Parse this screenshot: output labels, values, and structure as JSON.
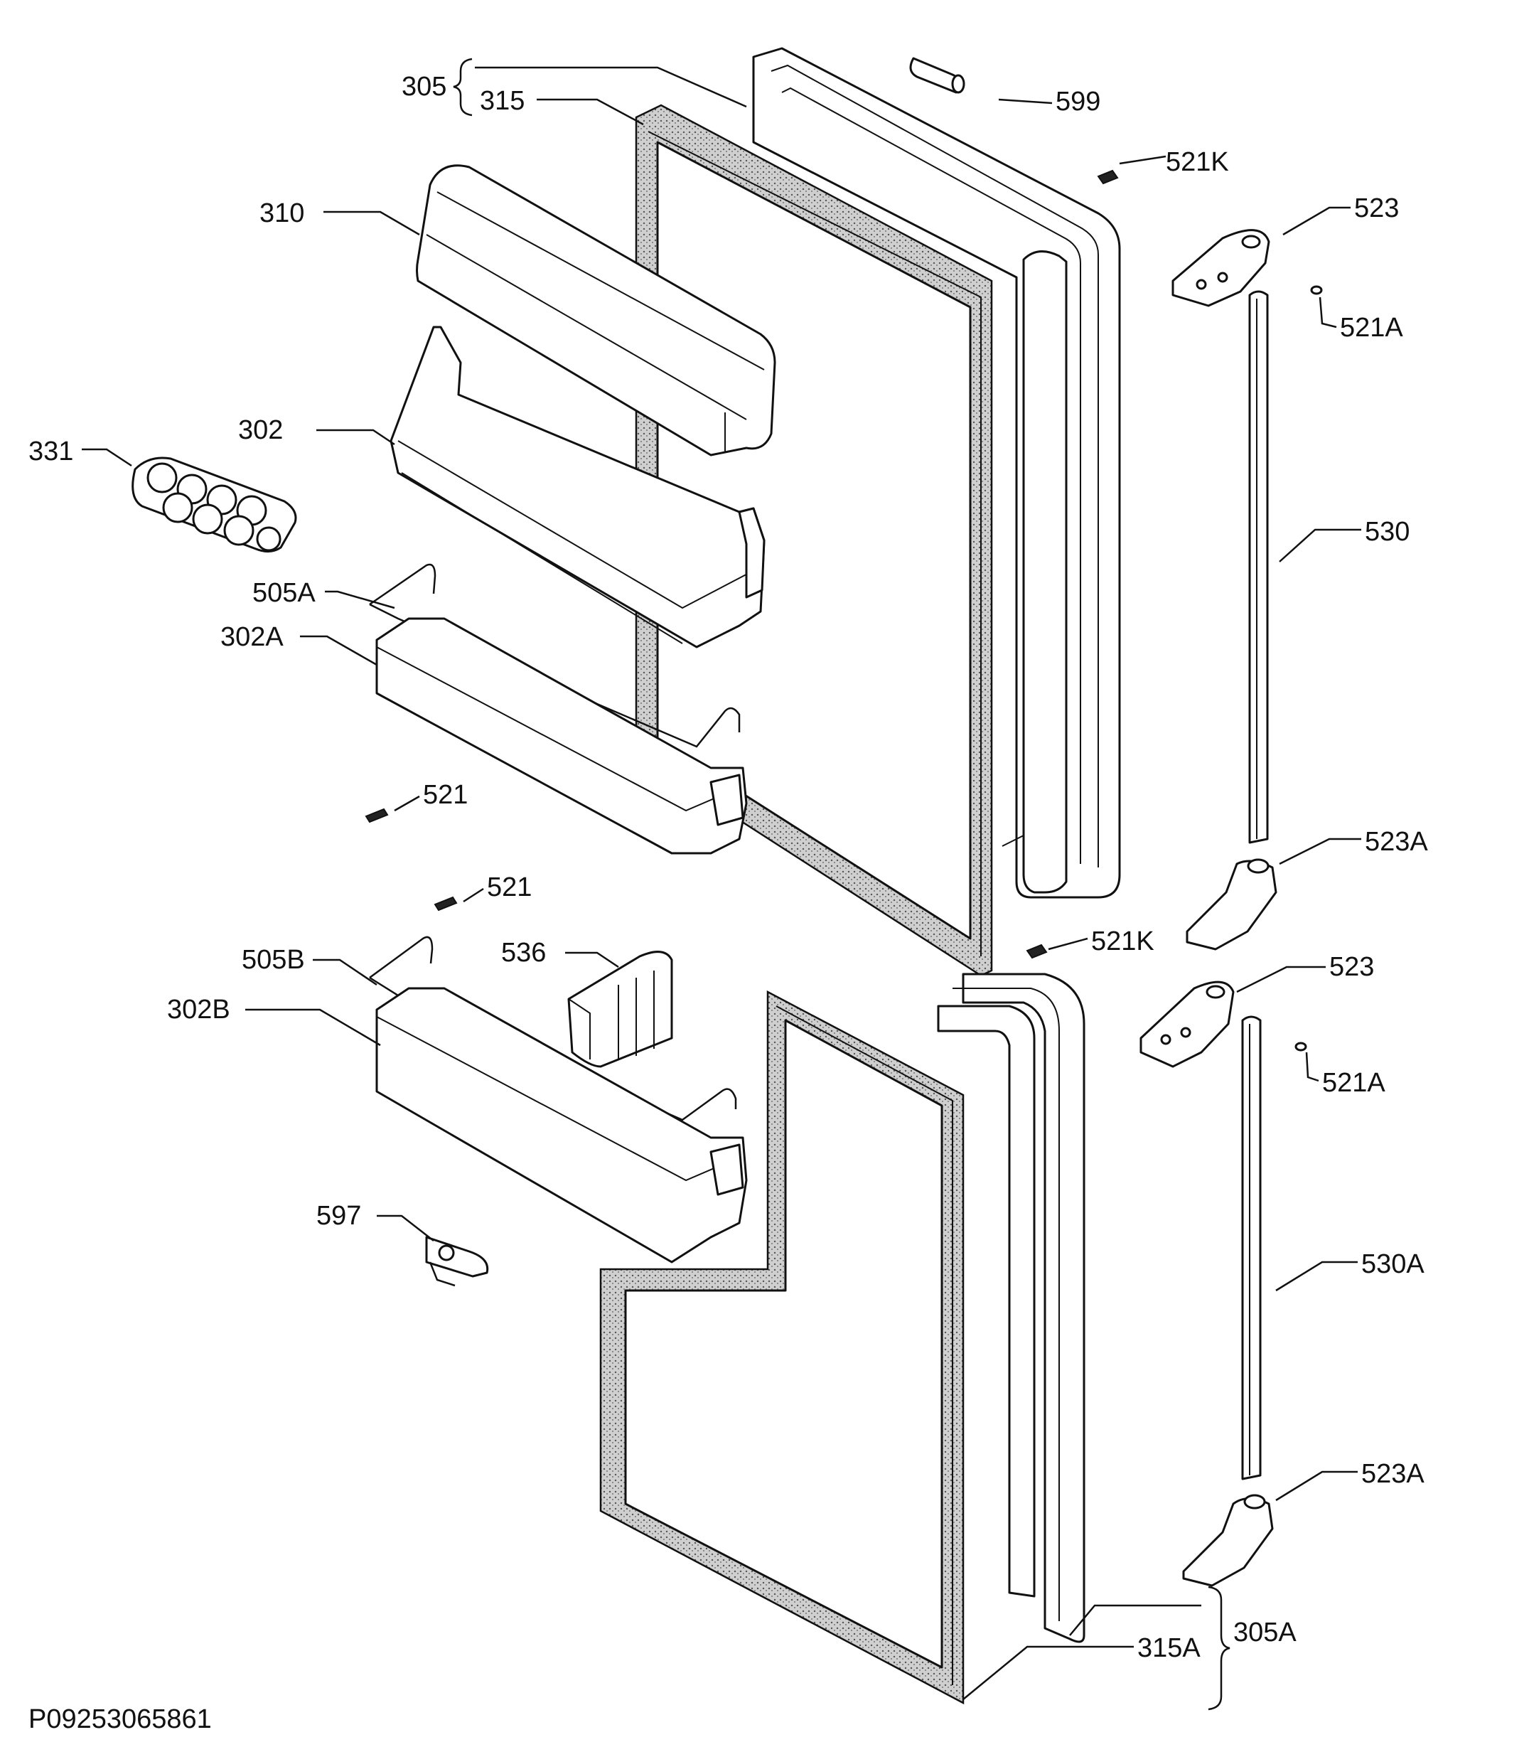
{
  "drawing_code": "P09253065861",
  "callouts": {
    "c305": "305",
    "c315": "315",
    "c599": "599",
    "c521k_top": "521K",
    "c310": "310",
    "c523_top": "523",
    "c521a_top": "521A",
    "c302": "302",
    "c331": "331",
    "c530": "530",
    "c505a": "505A",
    "c302a": "302A",
    "c521_a": "521",
    "c523a_top": "523A",
    "c521_b": "521",
    "c521k_mid": "521K",
    "c536": "536",
    "c505b": "505B",
    "c523_mid": "523",
    "c302b": "302B",
    "c521a_mid": "521A",
    "c597": "597",
    "c530a": "530A",
    "c523a_bot": "523A",
    "c305a": "305A",
    "c315a": "315A"
  }
}
